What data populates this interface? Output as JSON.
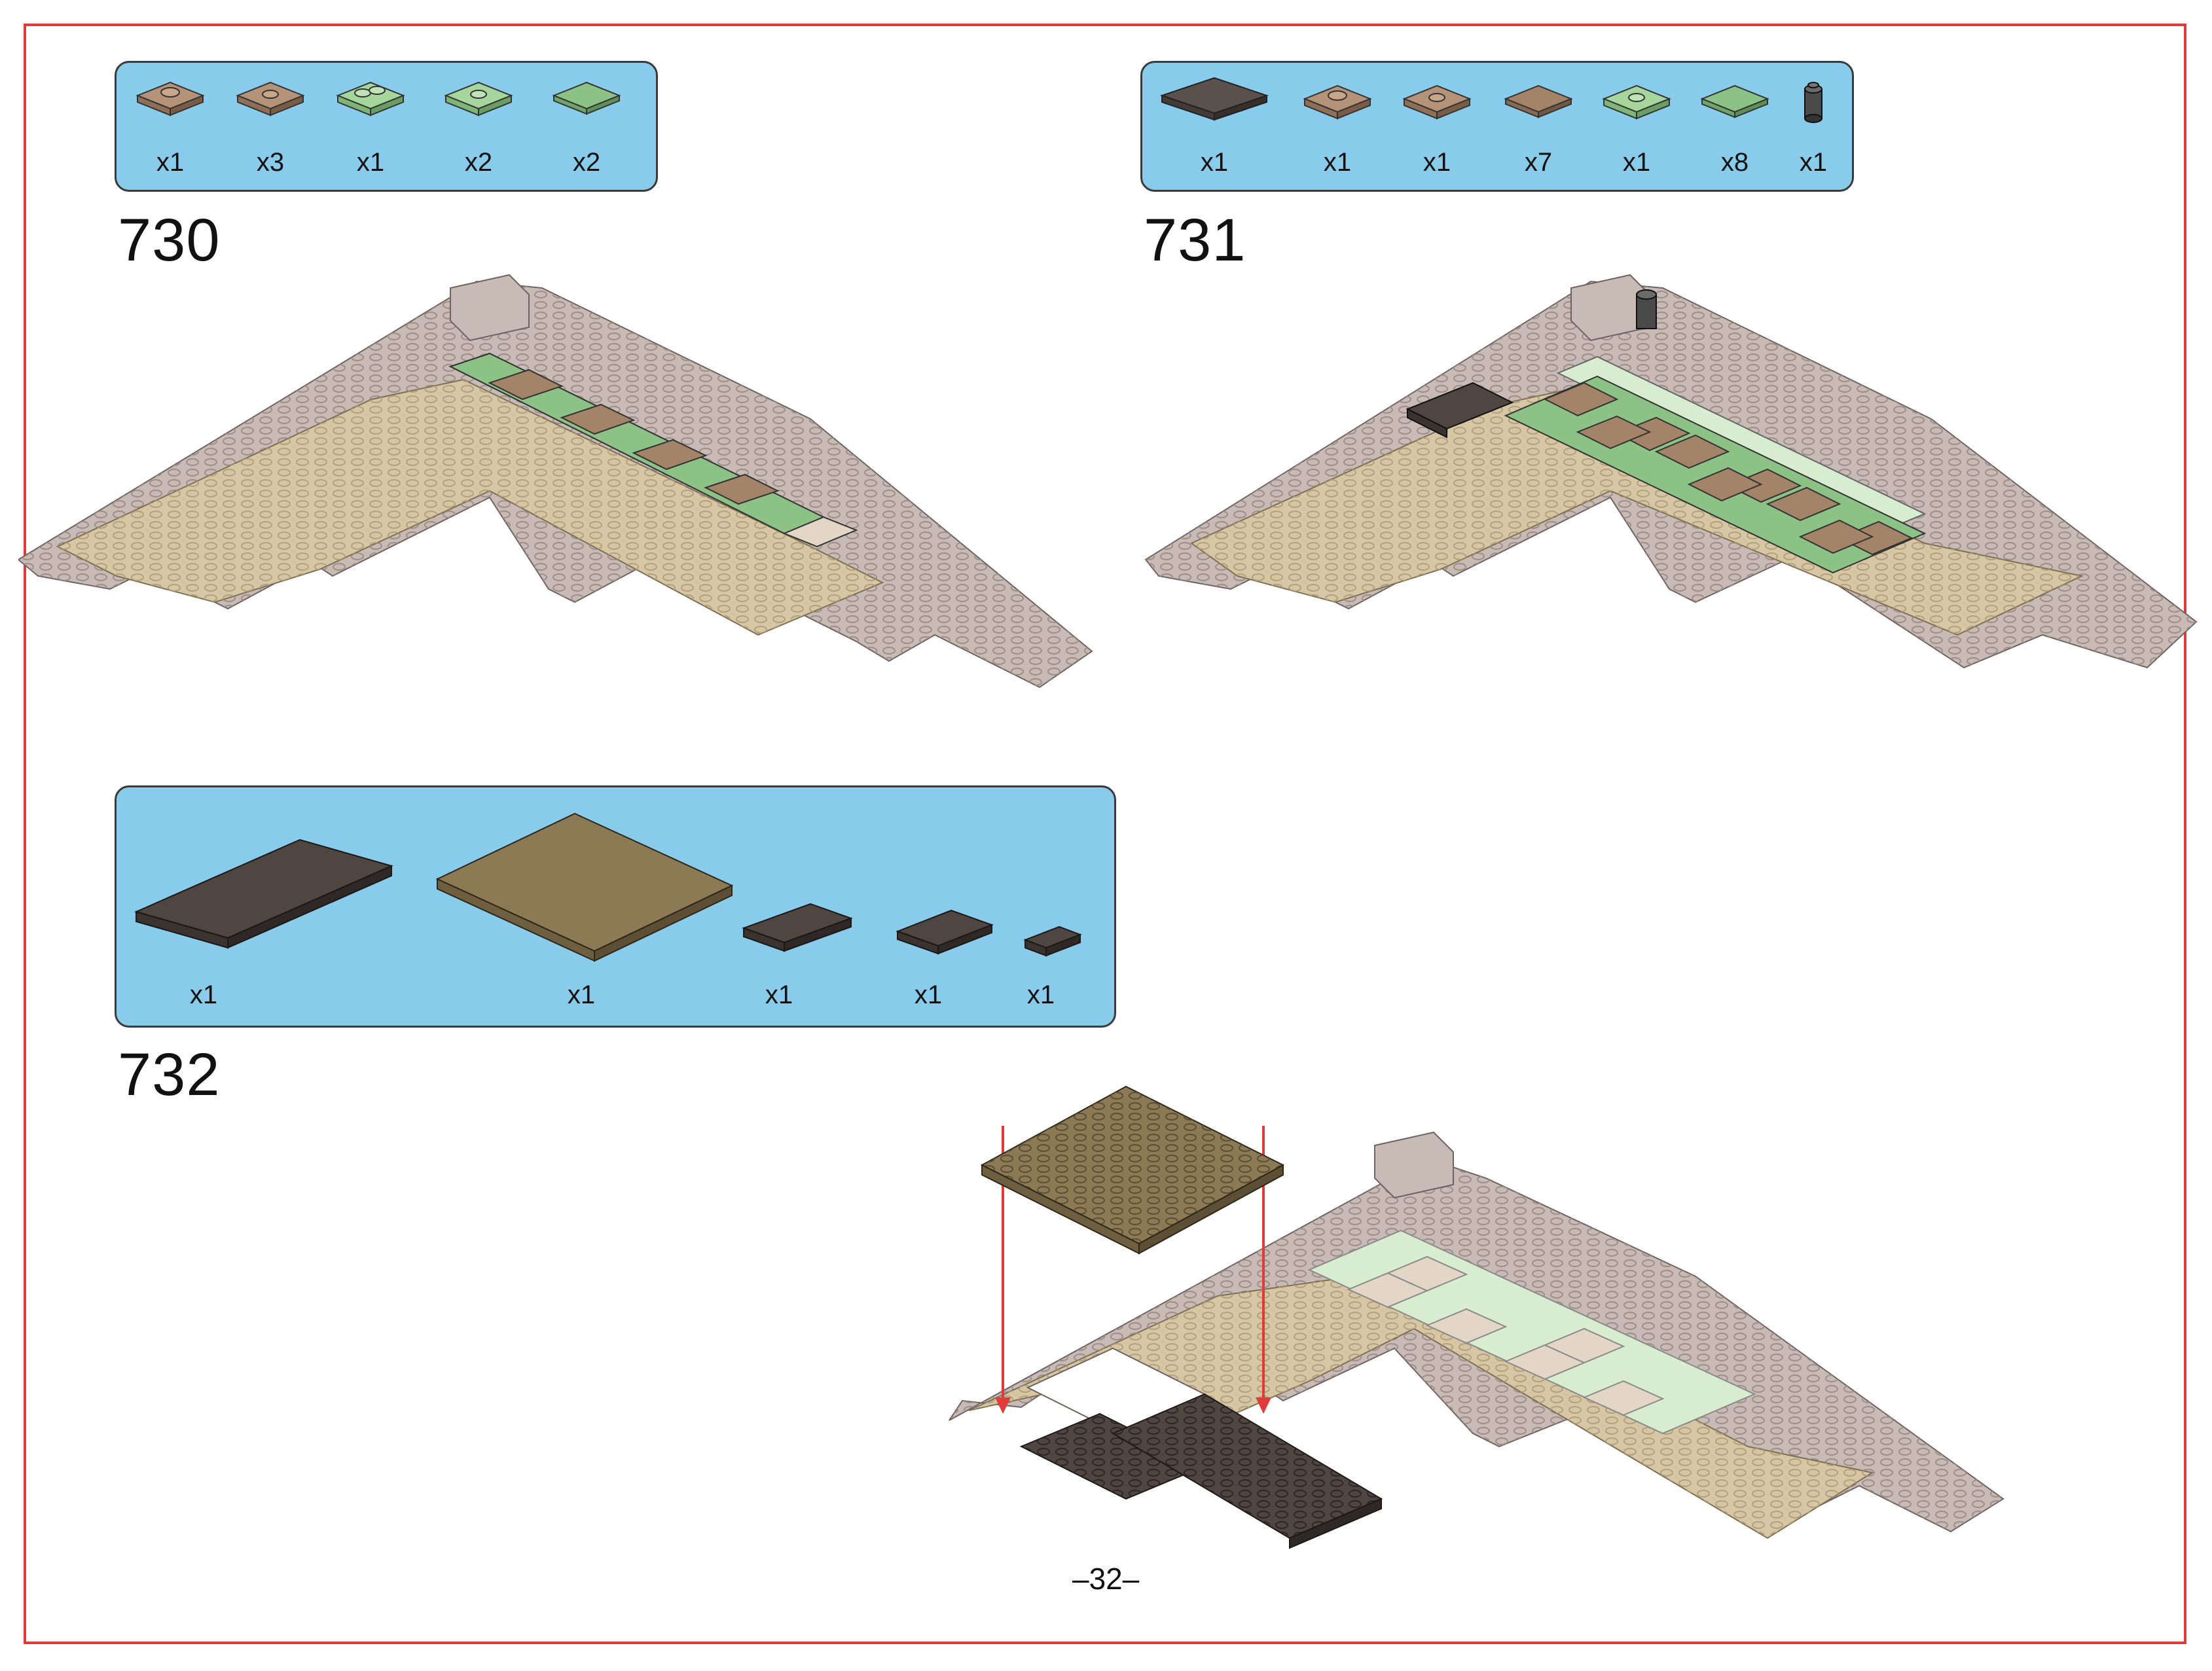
{
  "page_number": "–32–",
  "colors": {
    "frame": "#e03a3a",
    "panel": "#88cbea",
    "light_gray": "#c8bab5",
    "tan": "#d6c6a4",
    "medium_tan": "#a48468",
    "sand_green": "#8cc286",
    "light_green": "#d8ecd0",
    "dark_brown": "#4f4642",
    "dark_tan": "#8c7a55",
    "arrow": "#e03a3a"
  },
  "steps": [
    {
      "number": "730",
      "parts": [
        {
          "icon": "medium-tan-2x2-plate-jumper-icon",
          "qty": "x1"
        },
        {
          "icon": "medium-tan-2x2-plate-center-stud-icon",
          "qty": "x3"
        },
        {
          "icon": "sand-green-2x2-plate-jumper-icon",
          "qty": "x1"
        },
        {
          "icon": "sand-green-2x2-plate-center-stud-icon",
          "qty": "x2"
        },
        {
          "icon": "sand-green-2x2-tile-icon",
          "qty": "x2"
        }
      ]
    },
    {
      "number": "731",
      "parts": [
        {
          "icon": "dark-brown-4x4-plate-icon",
          "qty": "x1"
        },
        {
          "icon": "medium-tan-2x2-plate-jumper-icon",
          "qty": "x1"
        },
        {
          "icon": "medium-tan-2x2-plate-center-stud-icon",
          "qty": "x1"
        },
        {
          "icon": "medium-tan-2x2-tile-icon",
          "qty": "x7"
        },
        {
          "icon": "sand-green-2x2-plate-center-stud-icon",
          "qty": "x1"
        },
        {
          "icon": "sand-green-2x2-tile-icon",
          "qty": "x8"
        },
        {
          "icon": "dark-gray-round-brick-icon",
          "qty": "x1"
        }
      ]
    },
    {
      "number": "732",
      "parts": [
        {
          "icon": "dark-brown-6x12-plate-icon",
          "qty": "x1"
        },
        {
          "icon": "dark-tan-10x10-plate-icon",
          "qty": "x1"
        },
        {
          "icon": "dark-brown-2x4-plate-icon",
          "qty": "x1"
        },
        {
          "icon": "dark-brown-2x3-plate-icon",
          "qty": "x1"
        },
        {
          "icon": "dark-brown-1x2-plate-icon",
          "qty": "x1"
        }
      ]
    }
  ]
}
